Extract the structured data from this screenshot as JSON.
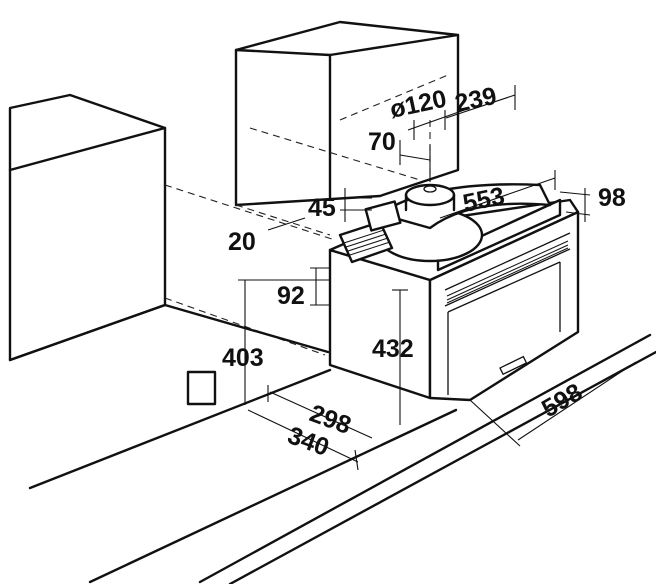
{
  "diagram": {
    "dimensions": {
      "d_120": "ø120",
      "d_239": "239",
      "d_70": "70",
      "d_45": "45",
      "d_553": "553",
      "d_98": "98",
      "d_20": "20",
      "d_92": "92",
      "d_403": "403",
      "d_432": "432",
      "d_298": "298",
      "d_340": "340",
      "d_598": "598"
    }
  }
}
